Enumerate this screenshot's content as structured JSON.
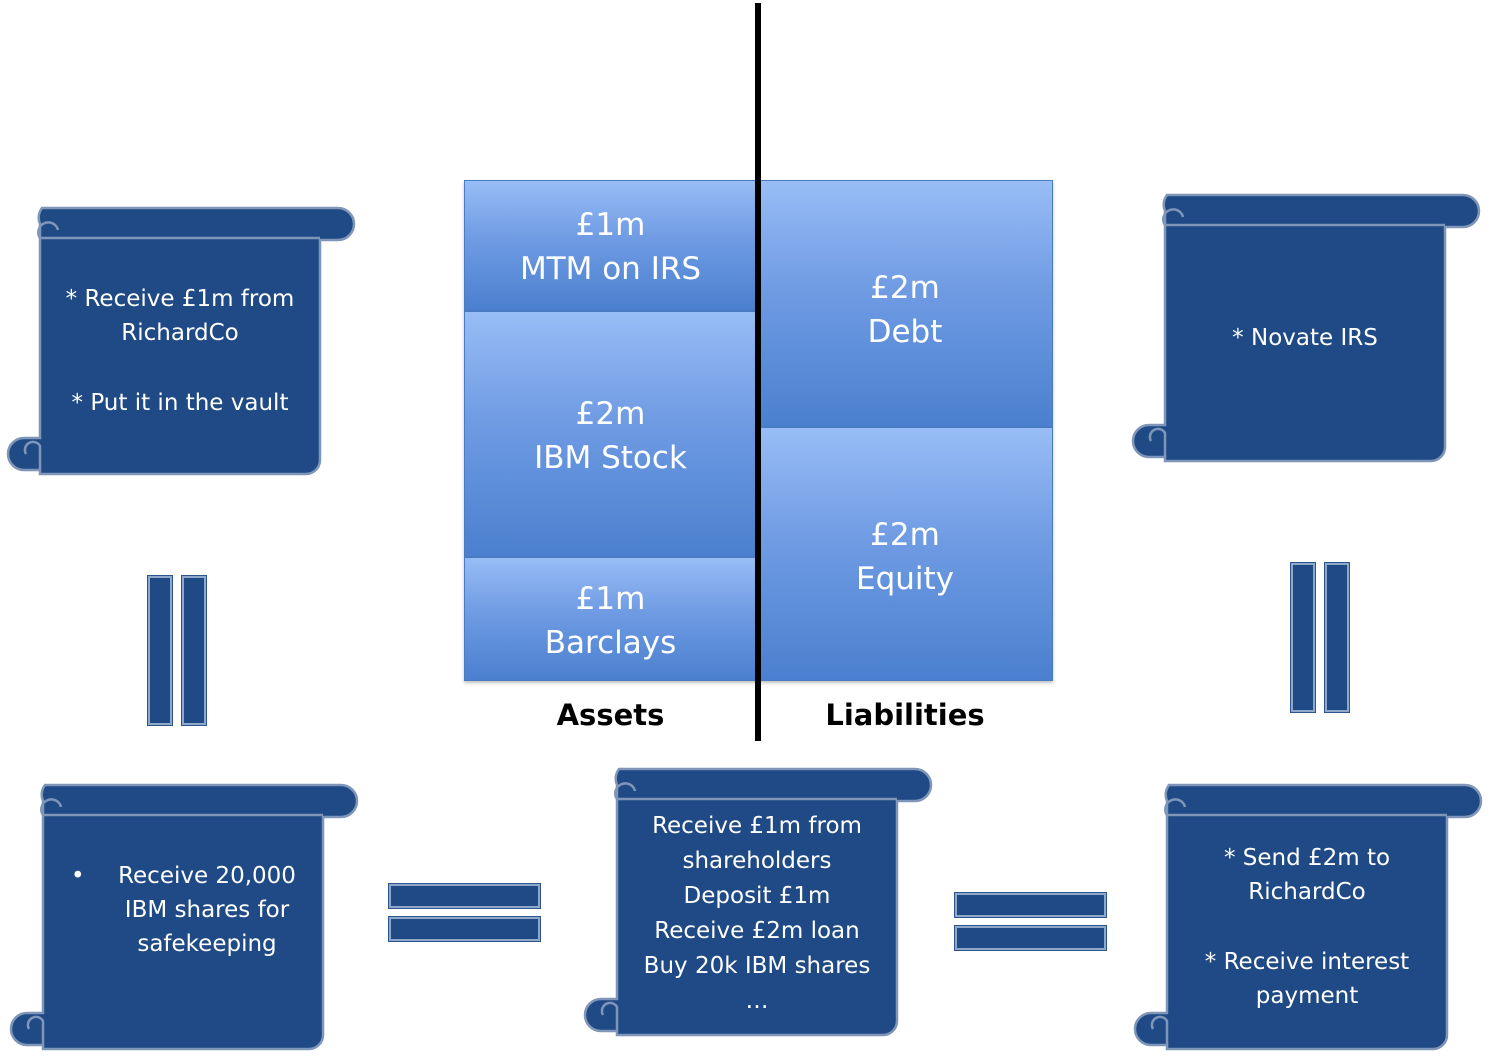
{
  "balance_sheet": {
    "assets": [
      {
        "amount": "£1m",
        "label": "MTM on IRS"
      },
      {
        "amount": "£2m",
        "label": "IBM Stock"
      },
      {
        "amount": "£1m",
        "label": "Barclays"
      }
    ],
    "liabilities": [
      {
        "amount": "£2m",
        "label": "Debt"
      },
      {
        "amount": "£2m",
        "label": "Equity"
      }
    ],
    "assets_label": "Assets",
    "liabilities_label": "Liabilities"
  },
  "scrolls": {
    "top_left": {
      "line1": "* Receive £1m from",
      "line2": "RichardCo",
      "line3": "* Put it in the vault"
    },
    "top_right": {
      "line1": "* Novate IRS"
    },
    "bottom_left": {
      "bullet": "•",
      "line1": "Receive 20,000",
      "line2": "IBM shares for",
      "line3": "safekeeping"
    },
    "bottom_center": {
      "line1": "Receive £1m from",
      "line2": "shareholders",
      "line3": "Deposit £1m",
      "line4": "Receive £2m loan",
      "line5": "Buy 20k IBM shares",
      "line6": "…"
    },
    "bottom_right": {
      "line1": "* Send £2m to",
      "line2": "RichardCo",
      "line3": "* Receive interest",
      "line4": "payment"
    }
  },
  "colors": {
    "scroll_fill": "#1f4a85",
    "scroll_outline": "#7f96b8",
    "block_top": "#98bdf6",
    "block_bottom": "#4a80cf"
  }
}
